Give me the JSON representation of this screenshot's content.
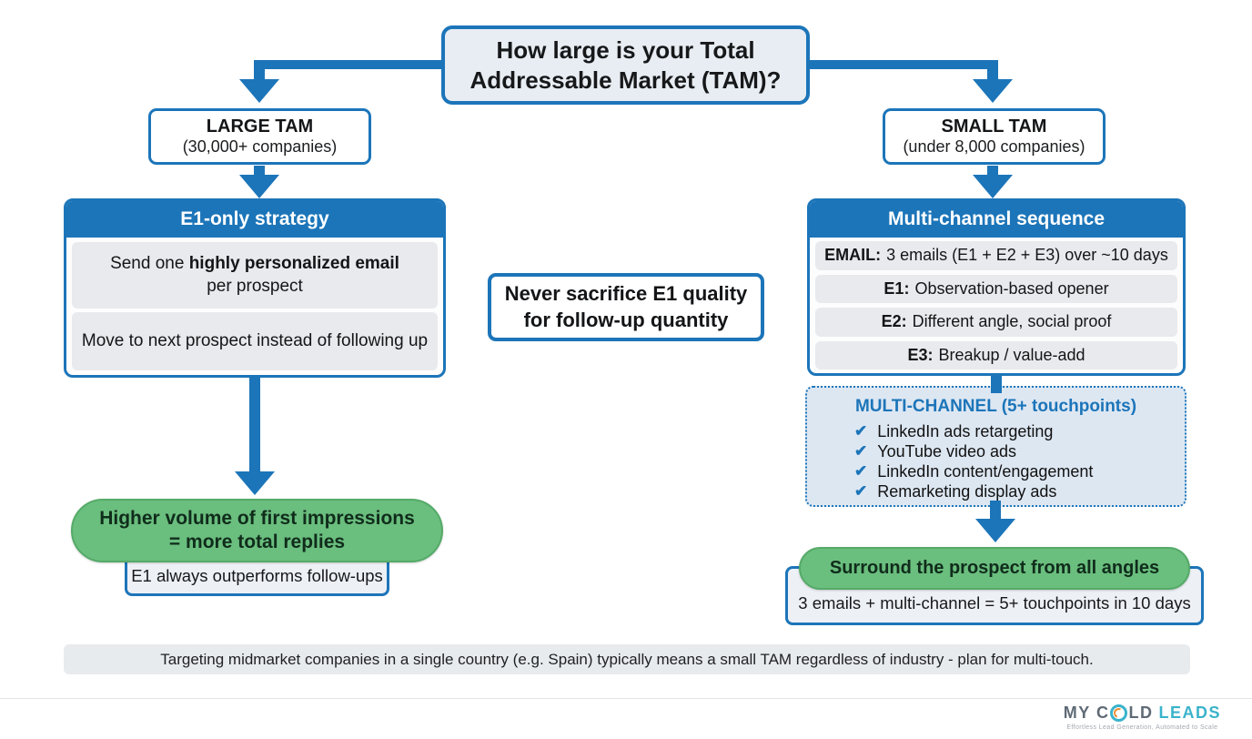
{
  "question": {
    "line1": "How large is your Total",
    "line2": "Addressable Market (TAM)?"
  },
  "left": {
    "tam_title": "LARGE TAM",
    "tam_sub": "(30,000+ companies)",
    "panel_header": "E1-only strategy",
    "row1_pre": "Send one",
    "row1_bold": "highly personalized email",
    "row1_line2": "per prospect",
    "row2": "Move to next prospect instead of following up",
    "pill_line1": "Higher volume of first impressions",
    "pill_line2": "= more total replies",
    "note": "E1 always outperforms follow-ups"
  },
  "right": {
    "tam_title": "SMALL TAM",
    "tam_sub": "(under 8,000 companies)",
    "panel_header": "Multi-channel sequence",
    "rows": [
      {
        "label": "EMAIL:",
        "text": "3 emails (E1 + E2 + E3) over ~10 days"
      },
      {
        "label": "E1:",
        "text": "Observation-based opener"
      },
      {
        "label": "E2:",
        "text": "Different angle, social proof"
      },
      {
        "label": "E3:",
        "text": "Breakup / value-add"
      }
    ],
    "multichannel": {
      "title": "MULTI-CHANNEL (5+ touchpoints)",
      "check_icon": "✔",
      "items": [
        "LinkedIn ads retargeting",
        "YouTube video ads",
        "LinkedIn content/engagement",
        "Remarketing display ads"
      ]
    },
    "pill": "Surround the prospect from all angles",
    "note": "3 emails + multi-channel = 5+ touchpoints in 10 days"
  },
  "center_note": {
    "line1": "Never sacrifice E1 quality",
    "line2": "for follow-up quantity"
  },
  "footer_note": "Targeting midmarket companies in a single country (e.g. Spain) typically means a small TAM regardless of industry - plan for multi-touch.",
  "logo": {
    "part1": "MY C",
    "part2": "LD",
    "part3": "LEADS",
    "tagline": "Effortless Lead Generation, Automated to Scale"
  },
  "colors": {
    "blue": "#1c75b9",
    "green": "#6abe7e",
    "light_box_bg": "#e8edf3",
    "row_gray": "#e8eaed",
    "multichannel_bg": "#dde7f2",
    "logo_teal": "#3ab3cb"
  }
}
